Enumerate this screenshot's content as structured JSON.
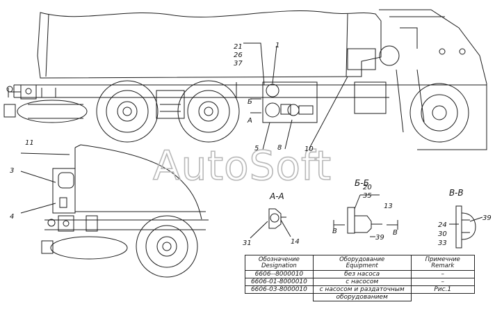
{
  "watermark": "AutoSoft",
  "callouts": {
    "c21": "21",
    "c26": "26",
    "c37": "37",
    "c1": "1",
    "c5": "5",
    "c8": "8",
    "c10": "10",
    "c11": "11",
    "c3": "3",
    "c4": "4",
    "bb_left": "Б",
    "a_left": "A",
    "c31": "31",
    "c14": "14",
    "c20": "20",
    "c35": "35",
    "c13": "13",
    "c39b": "39",
    "b_l": "B",
    "b_r": "B",
    "c24": "24",
    "c30": "30",
    "c33": "33",
    "c39c": "39"
  },
  "sections": {
    "aa": "A-A",
    "bb": "Б-Б",
    "vv": "B-B"
  },
  "table": {
    "headers": [
      [
        "Обозначение",
        "Designation"
      ],
      [
        "Оборудование",
        "Equipment"
      ],
      [
        "Примечние",
        "Remark"
      ]
    ],
    "rows": [
      [
        "6606--8000010",
        "без насоса",
        "–"
      ],
      [
        "6606-01-8000010",
        "с насосом",
        "–"
      ],
      [
        "6606-03-8000010",
        "с насосом и раздаточным",
        "Рис.1"
      ],
      [
        "",
        "оборудованием",
        ""
      ]
    ]
  }
}
